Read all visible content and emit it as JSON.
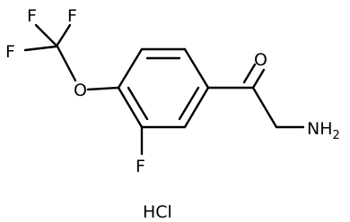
{
  "molecule": {
    "atoms": {
      "f_top_left": "F",
      "f_top_right": "F",
      "f_left": "F",
      "o_ether": "O",
      "o_carbonyl": "O",
      "f_ring": "F",
      "nh2_n": "NH",
      "nh2_sub": "2"
    },
    "salt_label": "HCl"
  }
}
